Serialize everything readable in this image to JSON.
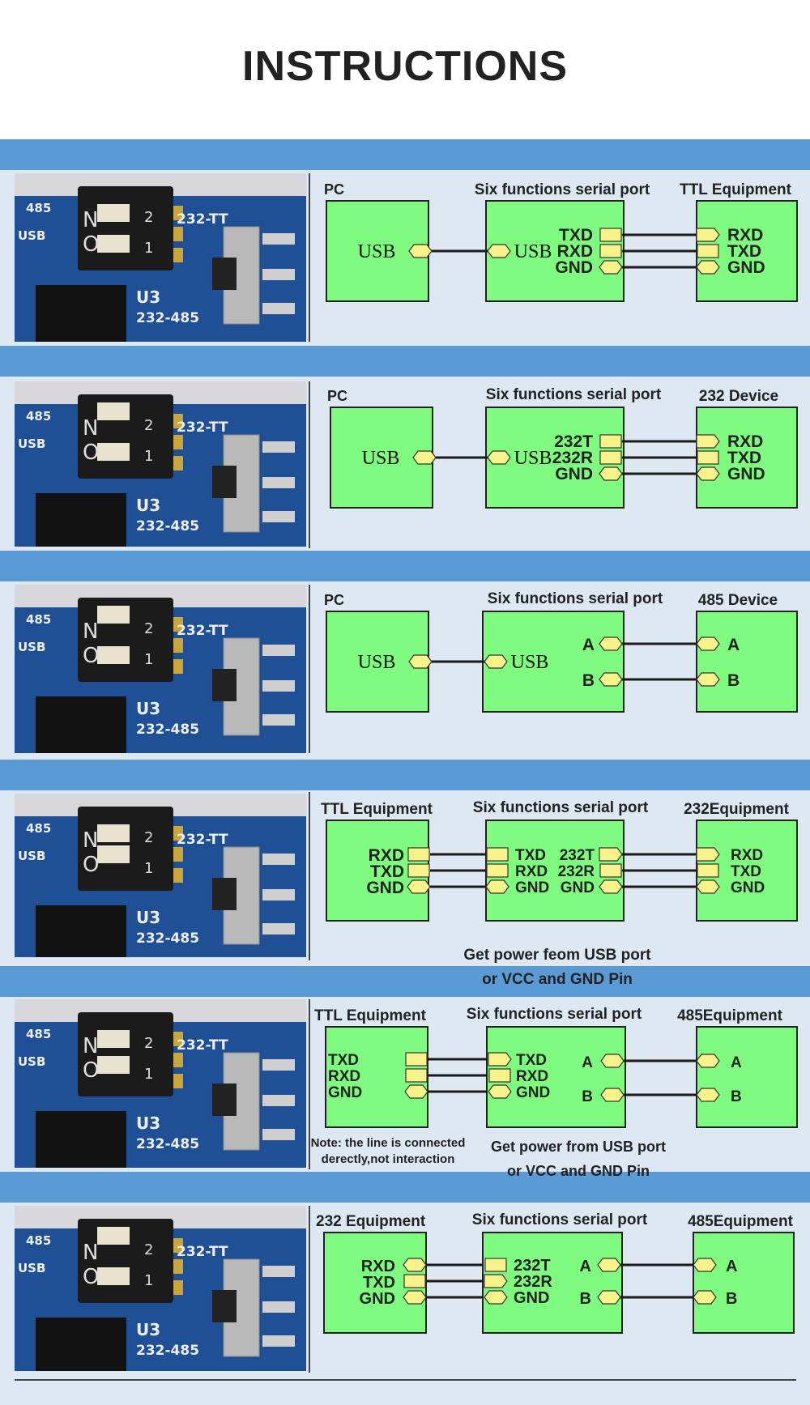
{
  "title": "INSTRUCTIONS",
  "colors": {
    "band": "#5b9bd5",
    "panel": "#dde8f3",
    "box": "#7ffc7f",
    "connector": "#f7f38a",
    "wire": "#1a1a1a"
  },
  "photo_labels": {
    "n_label": "N",
    "o_label": "O",
    "num1": "1",
    "num2": "2",
    "l485": "485",
    "usb": "USB",
    "tt": "232-TT",
    "u3": "U3",
    "l232485": "232-485"
  },
  "sections": [
    {
      "left_title": "PC",
      "mid_title": "Six functions  serial port",
      "right_title": "TTL Equipment",
      "left_label": "USB",
      "mid_left_label": "USB",
      "mid_right_labels": [
        "TXD",
        "RXD",
        "GND"
      ],
      "right_labels": [
        "RXD",
        "TXD",
        "GND"
      ]
    },
    {
      "left_title": "PC",
      "mid_title": "Six functions serial port",
      "right_title": "232  Device",
      "left_label": "USB",
      "mid_left_label": "USB",
      "mid_right_labels": [
        "232T",
        "232R",
        "GND"
      ],
      "right_labels": [
        "RXD",
        "TXD",
        "GND"
      ]
    },
    {
      "left_title": "PC",
      "mid_title": "Six functions serial port",
      "right_title": "485 Device",
      "left_label": "USB",
      "mid_left_label": "USB",
      "mid_right_labels": [
        "A",
        "B"
      ],
      "right_labels": [
        "A",
        "B"
      ]
    },
    {
      "left_title": "TTL Equipment",
      "mid_title": "Six functions serial port",
      "right_title": "232Equipment",
      "left_labels": [
        "RXD",
        "TXD",
        "GND"
      ],
      "mid_left_labels": [
        "TXD",
        "RXD",
        "GND"
      ],
      "mid_right_labels": [
        "232T",
        "232R",
        "GND"
      ],
      "right_labels": [
        "RXD",
        "TXD",
        "GND"
      ],
      "notes": [
        "Get power feom USB port",
        "or VCC  and  GND Pin"
      ]
    },
    {
      "left_title": "TTL Equipment",
      "mid_title": "Six functions serial port",
      "right_title": "485Equipment",
      "left_labels": [
        "TXD",
        "RXD",
        "GND"
      ],
      "mid_left_labels": [
        "TXD",
        "RXD",
        "GND"
      ],
      "mid_right_labels": [
        "A",
        "B"
      ],
      "right_labels": [
        "A",
        "B"
      ],
      "notes": [
        "Get power from  USB port",
        "or VCC and GND Pin"
      ],
      "side_notes": [
        "Note: the line is connected",
        "derectly,not interaction"
      ]
    },
    {
      "left_title": "232 Equipment",
      "mid_title": "Six functions serial port",
      "right_title": "485Equipment",
      "left_labels": [
        "RXD",
        "TXD",
        "GND"
      ],
      "mid_left_labels": [
        "232T",
        "232R",
        "GND"
      ],
      "mid_right_labels": [
        "A",
        "B"
      ],
      "right_labels": [
        "A",
        "B"
      ]
    }
  ]
}
